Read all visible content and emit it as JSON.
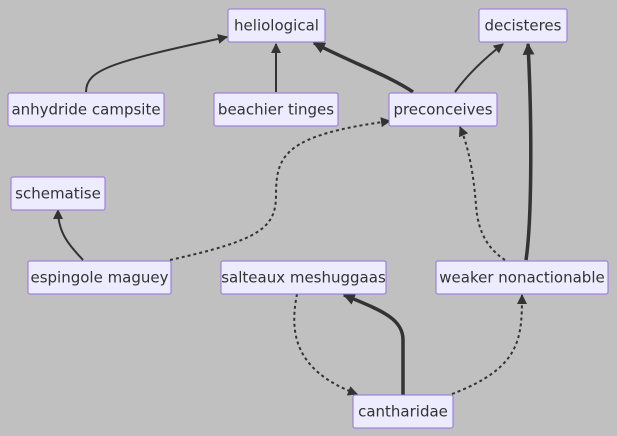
{
  "nodes": [
    {
      "id": "heliological",
      "label": "heliological"
    },
    {
      "id": "decisteres",
      "label": "decisteres"
    },
    {
      "id": "anhydride_campsite",
      "label": "anhydride campsite"
    },
    {
      "id": "beachier_tinges",
      "label": "beachier tinges"
    },
    {
      "id": "preconceives",
      "label": "preconceives"
    },
    {
      "id": "schematise",
      "label": "schematise"
    },
    {
      "id": "espingole_maguey",
      "label": "espingole maguey"
    },
    {
      "id": "salteaux_meshuggaas",
      "label": "salteaux meshuggaas"
    },
    {
      "id": "weaker_nonactionable",
      "label": "weaker nonactionable"
    },
    {
      "id": "cantharidae",
      "label": "cantharidae"
    }
  ],
  "edges": [
    {
      "from": "anhydride_campsite",
      "to": "heliological",
      "style": "normal"
    },
    {
      "from": "beachier_tinges",
      "to": "heliological",
      "style": "normal"
    },
    {
      "from": "preconceives",
      "to": "heliological",
      "style": "thick"
    },
    {
      "from": "preconceives",
      "to": "decisteres",
      "style": "normal"
    },
    {
      "from": "weaker_nonactionable",
      "to": "decisteres",
      "style": "thick"
    },
    {
      "from": "espingole_maguey",
      "to": "schematise",
      "style": "normal"
    },
    {
      "from": "espingole_maguey",
      "to": "preconceives",
      "style": "dotted"
    },
    {
      "from": "weaker_nonactionable",
      "to": "preconceives",
      "style": "dotted"
    },
    {
      "from": "cantharidae",
      "to": "salteaux_meshuggaas",
      "style": "thick"
    },
    {
      "from": "salteaux_meshuggaas",
      "to": "cantharidae",
      "style": "dotted"
    },
    {
      "from": "cantharidae",
      "to": "weaker_nonactionable",
      "style": "dotted"
    }
  ],
  "colors": {
    "background": "#c0c0c0",
    "node_fill": "#ececfe",
    "node_border": "#9370db",
    "edge": "#333333",
    "text": "#333333"
  }
}
